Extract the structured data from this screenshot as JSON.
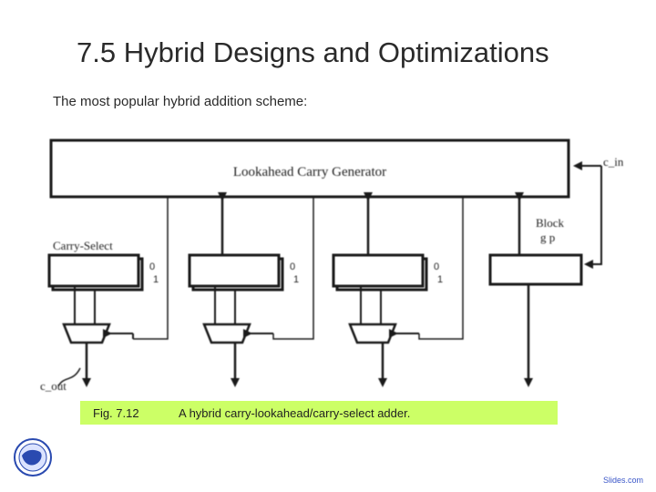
{
  "slide": {
    "title": "7.5  Hybrid Designs and Optimizations",
    "subtitle": "The most popular hybrid addition scheme:",
    "caption_number": "Fig. 7.12",
    "caption_text": "A hybrid carry-lookahead/carry-select adder.",
    "footer": "Slides.com"
  },
  "diagram": {
    "generator_label": "Lookahead Carry Generator",
    "carry_select_label": "Carry-Select",
    "block_label_line1": "Block",
    "block_label_line2": "g p",
    "c_in_label": "c_in",
    "c_out_label": "c_out",
    "mux_input_labels": [
      "0",
      "1"
    ]
  },
  "colors": {
    "caption_background": "#ccff66",
    "line": "#1a1a1a",
    "footer_link": "#3a56c8",
    "logo": "#2a4ab0"
  }
}
